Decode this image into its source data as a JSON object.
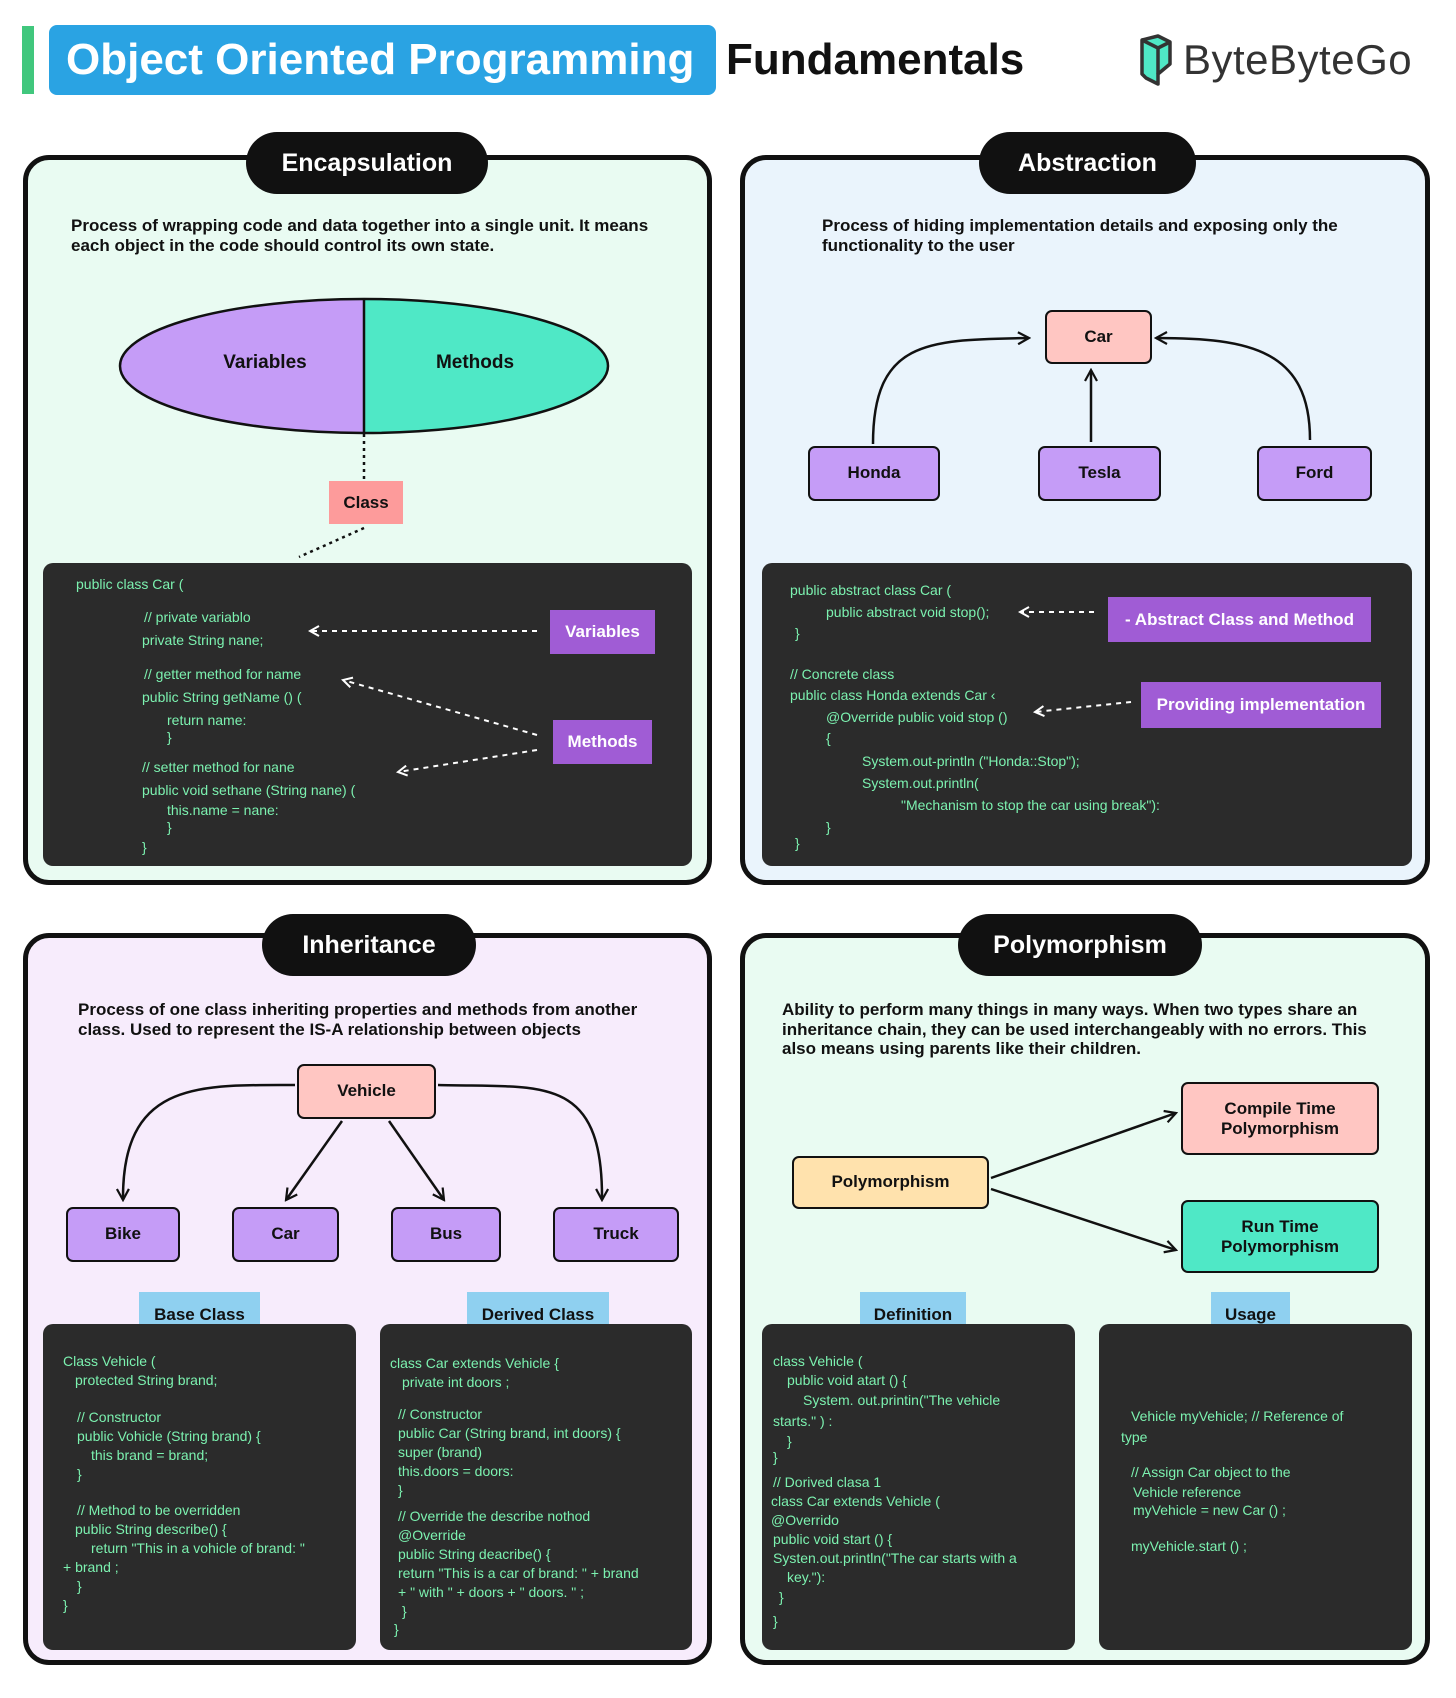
{
  "header": {
    "title_highlight": "Object Oriented Programming",
    "title_rest": "Fundamentals",
    "brand": "ByteByteGo"
  },
  "encapsulation": {
    "title": "Encapsulation",
    "description_line1": "Process of wrapping code and data together into a single unit. It means",
    "description_line2": "each object in the code should control its own state.",
    "oval_left": "Variables",
    "oval_right": "Methods",
    "class_label": "Class",
    "tag_variables": "Variables",
    "tag_methods": "Methods",
    "code": [
      "public class Car (",
      "// private variablo",
      "private String nane;",
      "// getter method for name",
      "public String getName () (",
      "return name:",
      "}",
      "// setter method for nane",
      "public void sethane (String nane) (",
      "this.name = nane:",
      "}",
      "}"
    ]
  },
  "abstraction": {
    "title": "Abstraction",
    "description_line1": "Process of hiding implementation details and exposing only the",
    "description_line2": "functionality to the user",
    "parent": "Car",
    "children": [
      "Honda",
      "Tesla",
      "Ford"
    ],
    "tag_abstract": "- Abstract Class and Method",
    "tag_impl": "Providing implementation",
    "code": [
      "public abstract class Car (",
      "public abstract void stop();",
      "}",
      "// Concrete class",
      "public class Honda extends Car ‹",
      "@Override public void stop ()",
      "{",
      "System.out-println (\"Honda::Stop\");",
      "System.out.println(",
      "\"Mechanism to stop the car using break\"):",
      "}",
      "}"
    ]
  },
  "inheritance": {
    "title": "Inheritance",
    "description_line1": "Process of one class inheriting properties and methods from another",
    "description_line2": "class. Used to represent the IS-A relationship between objects",
    "parent": "Vehicle",
    "children": [
      "Bike",
      "Car",
      "Bus",
      "Truck"
    ],
    "base_label": "Base Class",
    "derived_label": "Derived Class",
    "base_code": [
      "Class Vehicle (",
      "protected String brand;",
      "// Constructor",
      "public Vohicle (String brand) {",
      "this brand = brand;",
      "}",
      "// Method to be overridden",
      "public String describe() {",
      "return \"This in a vohicle of brand: \"",
      "+ brand ;",
      "}",
      "}"
    ],
    "derived_code": [
      "class Car extends Vehicle {",
      "private int doors ;",
      "// Constructor",
      "public Car (String brand, int doors)  {",
      "super (brand)",
      "this.doors = doors:",
      "}",
      "// Override the describe nothod",
      "@Override",
      "public String deacribe()  {",
      "return \"This is a car of brand:   \" + brand",
      "+ \" with \"  + doors + \" doors. \"  ;",
      "}",
      "}"
    ]
  },
  "polymorphism": {
    "title": "Polymorphism",
    "description_line1": "Ability to perform many things in many ways. When two types share an",
    "description_line2": "inheritance chain, they can be used interchangeably with no errors. This",
    "description_line3": "also means using parents like their children.",
    "root": "Polymorphism",
    "compile_line1": "Compile Time",
    "compile_line2": "Polymorphism",
    "run_line1": "Run Time",
    "run_line2": "Polymorphism",
    "definition_label": "Definition",
    "usage_label": "Usage",
    "definition_code": [
      "class Vehicle (",
      "public void atart ()  {",
      "System. out.printin(\"The vehicle",
      "starts.\" ) :",
      "}",
      "}",
      "// Dorived clasa 1",
      "class Car extends Vehicle (",
      "@Overrido",
      "public void start () {",
      "Systen.out.println(\"The car starts with a",
      "key.\"):",
      "}",
      "}"
    ],
    "usage_code": [
      "Vehicle myVehicle; // Reference of",
      "type",
      "// Assign Car object to the",
      "Vehicle reference",
      "myVehicle = new Car () ;",
      "myVehicle.start () ;"
    ]
  },
  "colors": {
    "title_blue": "#2aa3e3",
    "accent_green": "#41c77d",
    "purple_box": "#c59cf7",
    "pink_box": "#ffc6c2",
    "mint": "#4fe8c6",
    "peach": "#ffe2ad",
    "tag_purple": "#a05cd5",
    "tag_blue": "#8fd0f0",
    "code_bg": "#2b2b2b",
    "code_text": "#7cf2b0"
  }
}
